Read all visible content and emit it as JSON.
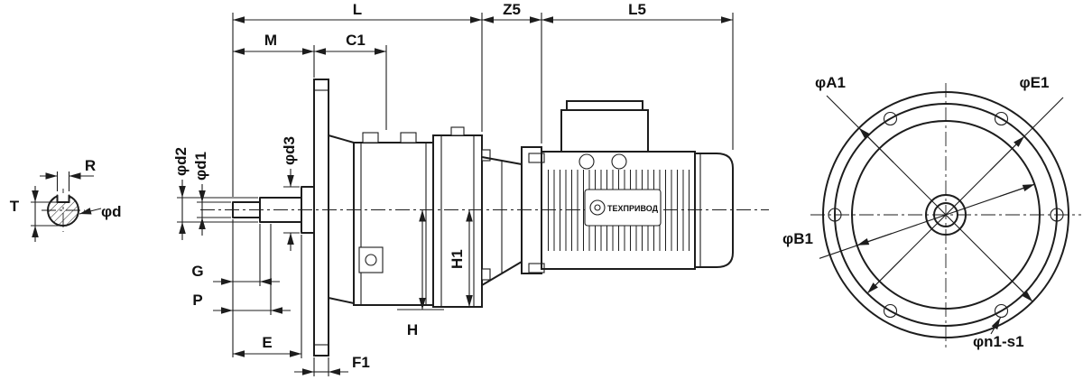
{
  "meta": {
    "background": "#ffffff",
    "line_color": "#1d1d1d"
  },
  "shaft_section": {
    "r_label": "R",
    "t_label": "T",
    "d_label": "φd"
  },
  "side_view": {
    "l_label": "L",
    "z5_label": "Z5",
    "l5_label": "L5",
    "m_label": "M",
    "c1_label": "C1",
    "d2_label": "φd2",
    "d1_label": "φd1",
    "d3_label": "φd3",
    "g_label": "G",
    "p_label": "P",
    "e_label": "E",
    "f1_label": "F1",
    "h_label": "H",
    "h1_label": "H1",
    "motor_plate_text": "ТЕХПРИВОД"
  },
  "flange_view": {
    "a1_label": "φA1",
    "e1_label": "φE1",
    "b1_label": "φB1",
    "n1s1_label": "φn1-s1"
  }
}
